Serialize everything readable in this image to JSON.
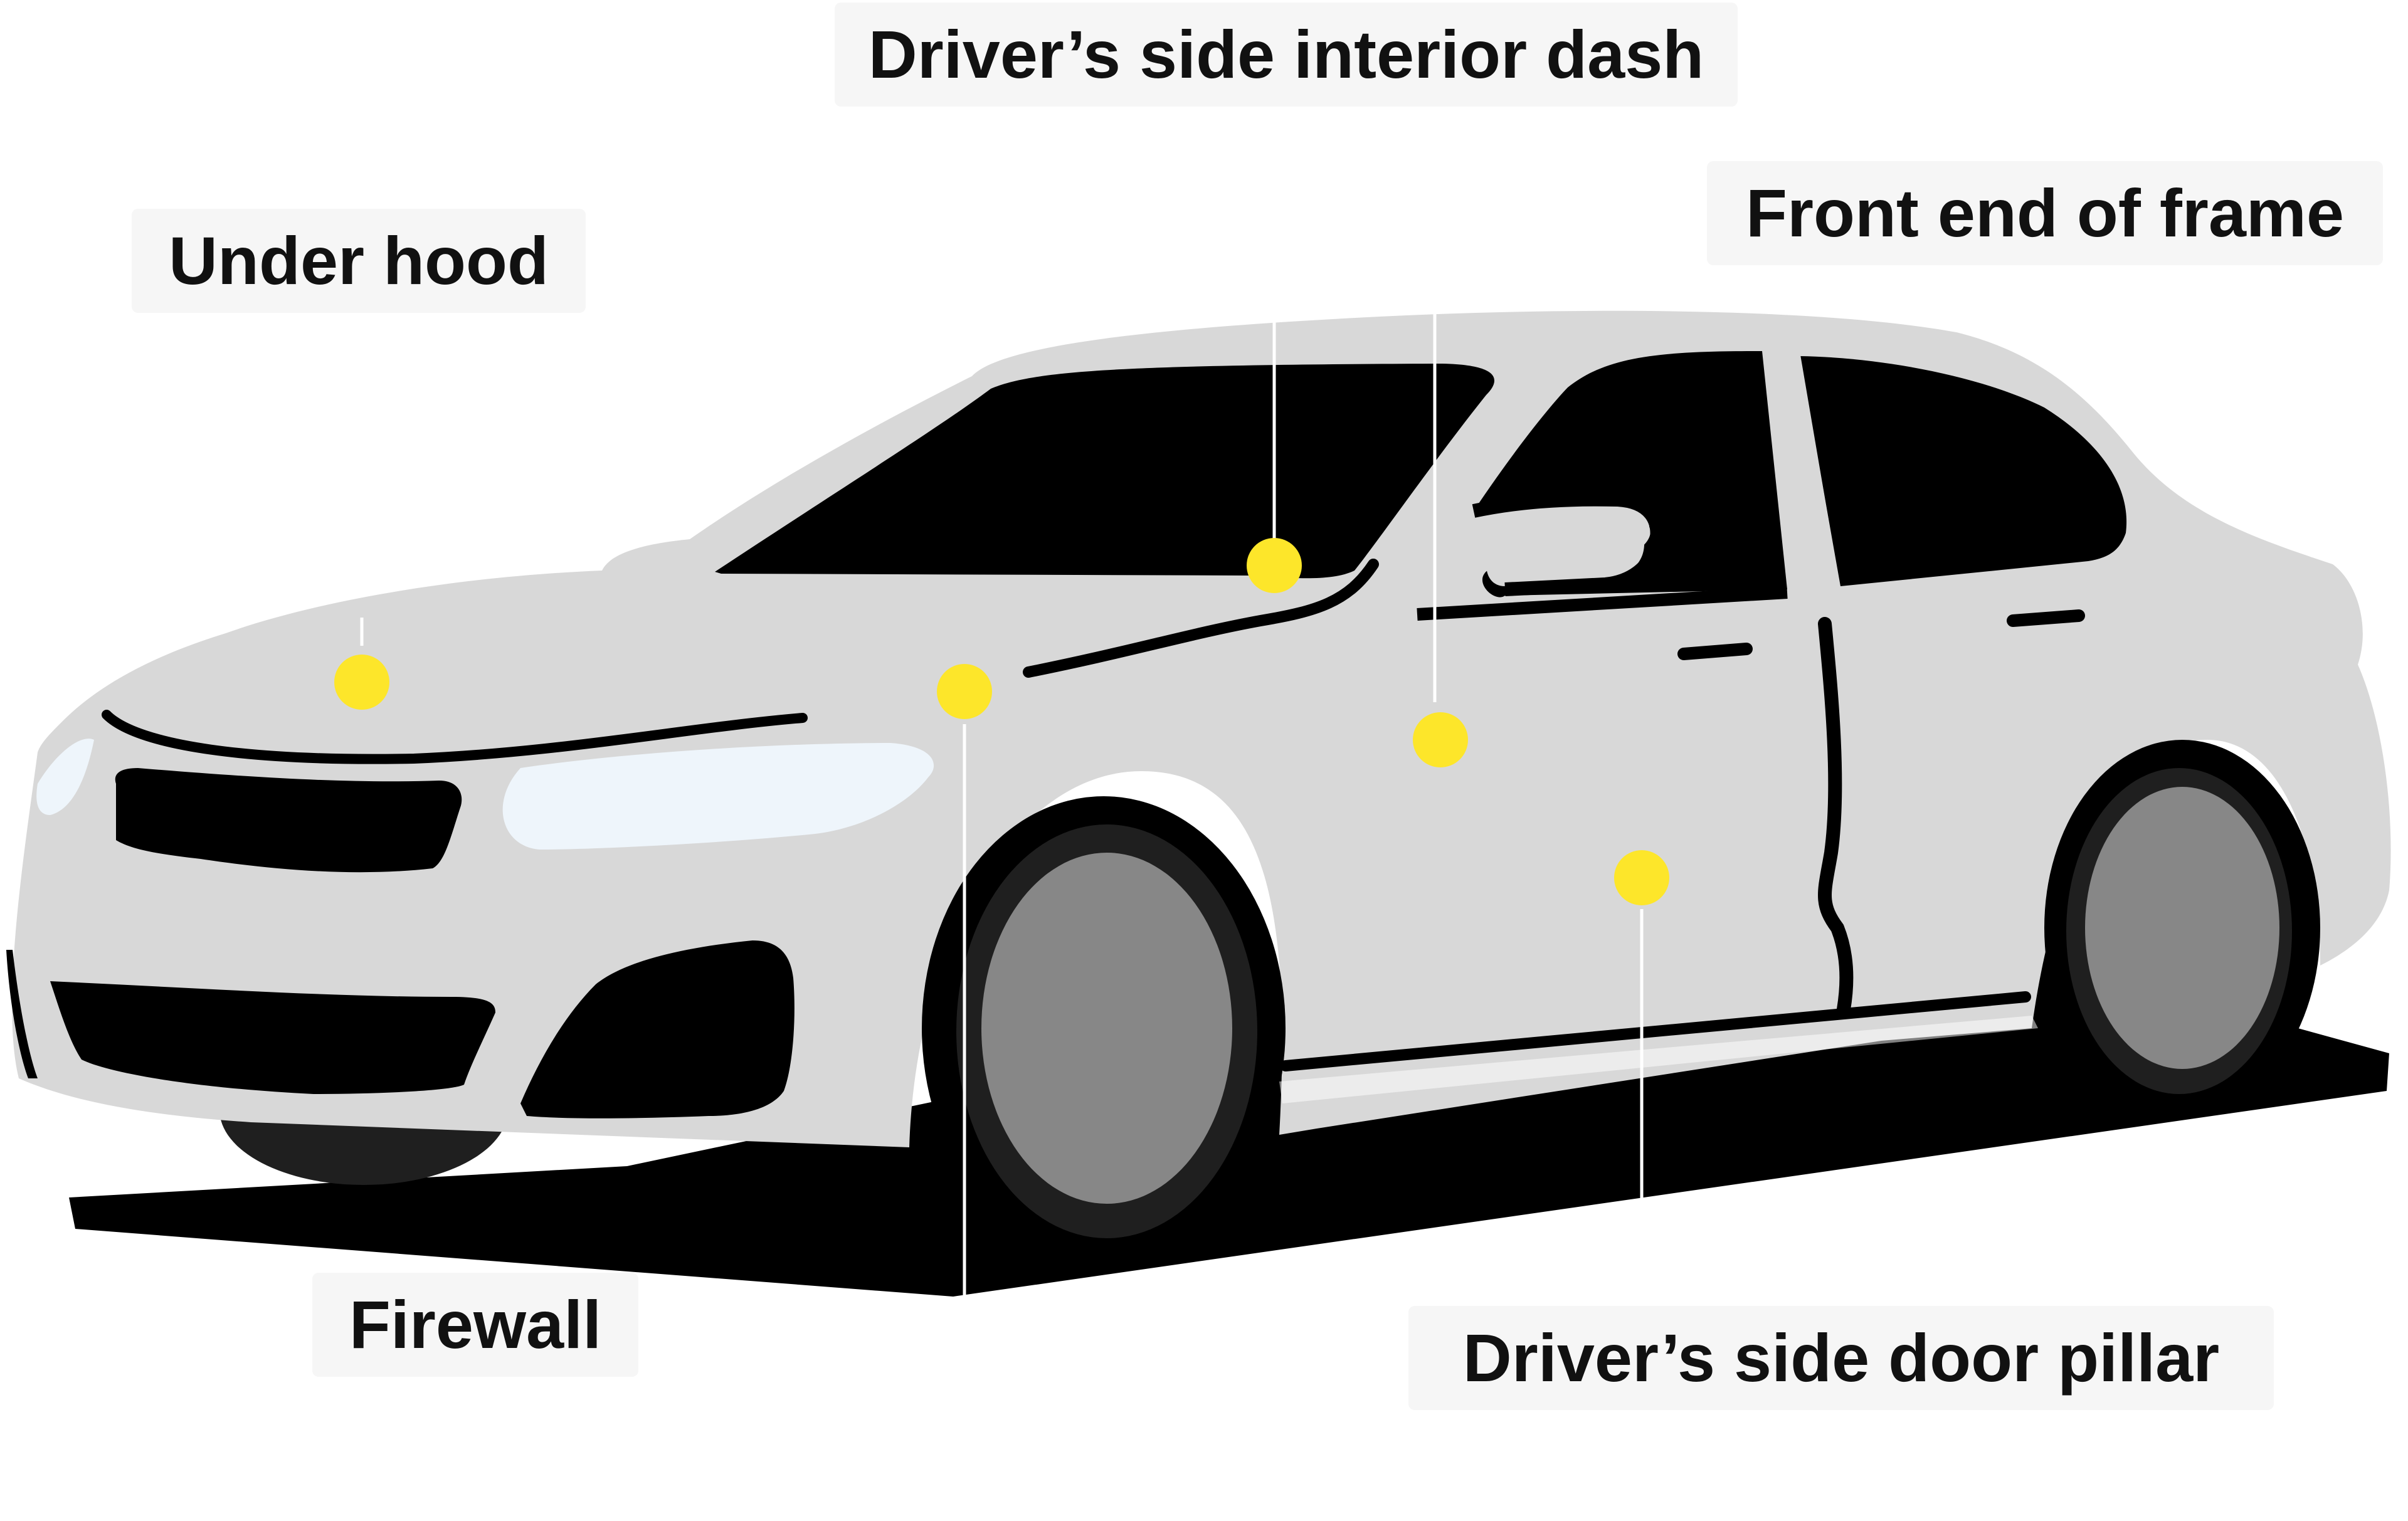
{
  "colors": {
    "body": "#d8d8d8",
    "outline": "#000000",
    "headlight": "#eef5fb",
    "tire": "#1f1f1f",
    "rim": "#878787",
    "marker": "#fde62a",
    "leader": "#ffffff",
    "label_bg": "#f6f6f6"
  },
  "labels": {
    "interior_dash": "Driver’s side interior dash",
    "front_frame": "Front end of frame",
    "under_hood": "Under hood",
    "firewall": "Firewall",
    "door_pillar": "Driver’s side door pillar"
  },
  "marker_icon": "yellow-dot-icon"
}
